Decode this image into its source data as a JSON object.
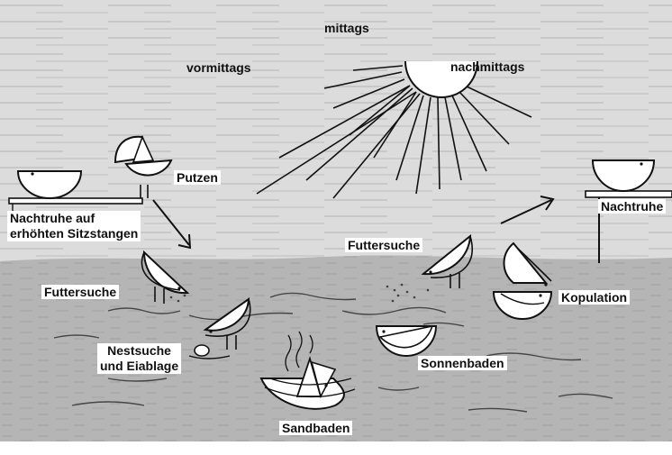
{
  "labels": {
    "mittags": "mittags",
    "vormittags": "vormittags",
    "nachmittags": "nachmittags",
    "putzen": "Putzen",
    "nachtruhe_auf_line1": "Nachtruhe auf",
    "nachtruhe_auf_line2": "erhöhten Sitzstangen",
    "nachtruhe_right": "Nachtruhe",
    "futtersuche_left": "Futtersuche",
    "futtersuche_center": "Futtersuche",
    "kopulation": "Kopulation",
    "nestsuche_line1": "Nestsuche",
    "nestsuche_line2": "und Eiablage",
    "sonnenbaden": "Sonnenbaden",
    "sandbaden": "Sandbaden"
  },
  "colors": {
    "ground": "#b3b3b3",
    "sky": "#d6d6d6",
    "ink": "#111111",
    "bird_fill": "#ffffff"
  }
}
